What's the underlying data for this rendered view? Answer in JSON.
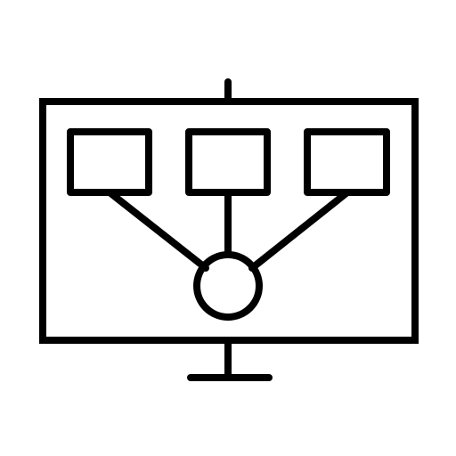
{
  "icon": {
    "name": "presentation-board-hierarchy-icon",
    "components": [
      "board-frame",
      "top-pole",
      "stand-pole",
      "stand-base",
      "box-left",
      "box-center",
      "box-right",
      "connector-left",
      "connector-center",
      "connector-right",
      "hub-circle"
    ],
    "colors": {
      "stroke": "#000000",
      "background": "#ffffff"
    }
  }
}
